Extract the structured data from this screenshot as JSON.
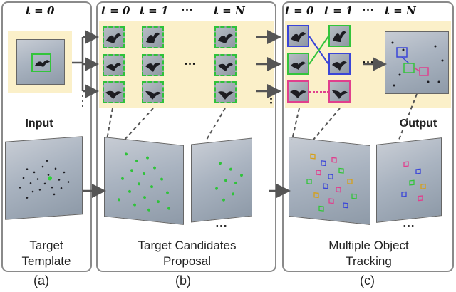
{
  "time_labels": {
    "t0": "t = 0",
    "t1": "t = 1",
    "tN": "t = N",
    "ellipsis": "⋯"
  },
  "panel_a": {
    "input_label": "Input",
    "caption_line1": "Target",
    "caption_line2": "Template",
    "sublabel": "(a)"
  },
  "panel_b": {
    "caption_line1": "Target Candidates",
    "caption_line2": "Proposal",
    "sublabel": "(b)"
  },
  "panel_c": {
    "output_label": "Output",
    "caption_line1": "Multiple Object",
    "caption_line2": "Tracking",
    "sublabel": "(c)"
  },
  "colors": {
    "panel_border": "#8a8a8a",
    "highlight_bg": "#fbf0c9",
    "candidate_green": "#2fc23a",
    "track_blue": "#3a45d8",
    "track_pink": "#e03f8d",
    "arrow_gray": "#555555"
  }
}
